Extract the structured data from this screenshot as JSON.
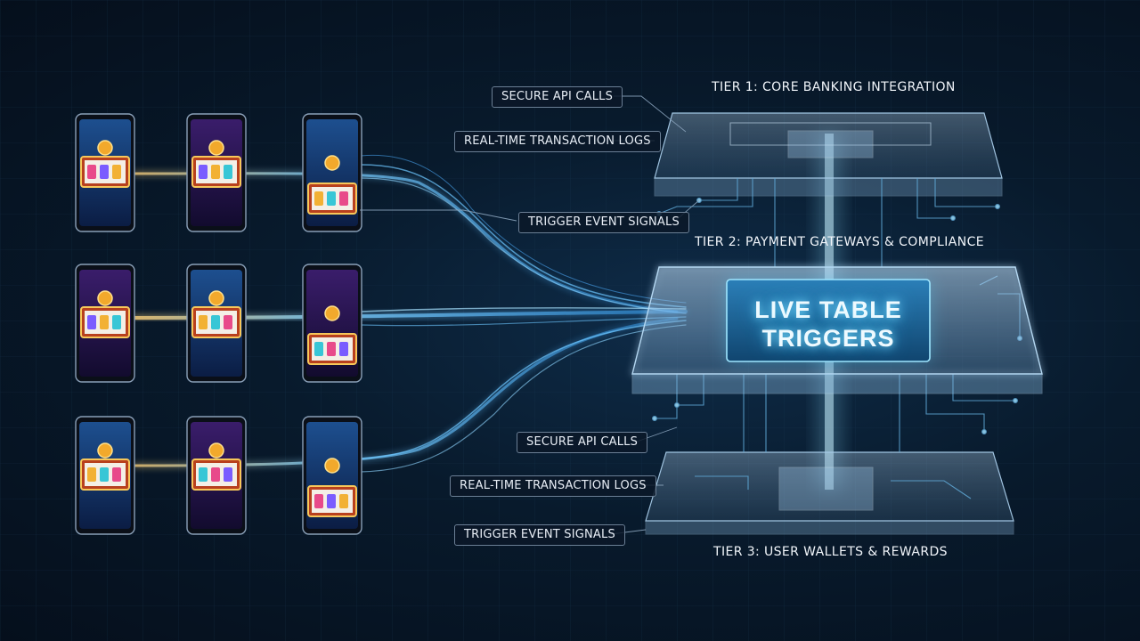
{
  "core": {
    "line1": "LIVE TABLE",
    "line2": "TRIGGERS"
  },
  "tiers": [
    {
      "title": "TIER 1: CORE BANKING INTEGRATION"
    },
    {
      "title": "TIER 2: PAYMENT GATEWAYS & COMPLIANCE"
    },
    {
      "title": "TIER 3: USER WALLETS & REWARDS"
    }
  ],
  "labels_upper": [
    "SECURE API CALLS",
    "REAL-TIME TRANSACTION LOGS",
    "TRIGGER EVENT SIGNALS"
  ],
  "labels_lower": [
    "SECURE API CALLS",
    "REAL-TIME TRANSACTION LOGS",
    "TRIGGER EVENT SIGNALS"
  ],
  "phones": {
    "count_rows": 3,
    "count_cols": 3,
    "icon": "slot-machine-reel-icon"
  },
  "colors": {
    "beam": "#4fb8ff",
    "beam_warm": "#f6c46a",
    "panel": "#9fc6e6",
    "core_glow": "#59d4ff",
    "trace": "#5fa8d6"
  }
}
